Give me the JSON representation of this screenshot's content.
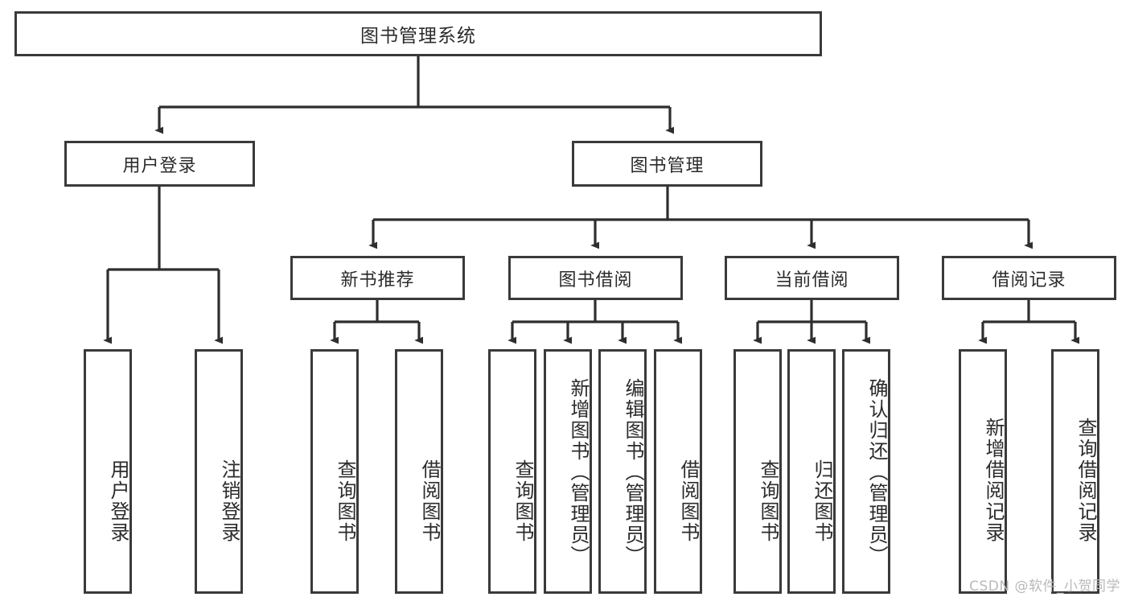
{
  "diagram": {
    "type": "tree-hierarchy-diagram",
    "title": "图书管理系统",
    "stroke_color": "#3a3a3a",
    "text_color": "#2b2b2b",
    "background_color": "#ffffff",
    "root": {
      "id": "root",
      "label": "图书管理系统"
    },
    "level2": [
      {
        "id": "user-login",
        "label": "用户登录"
      },
      {
        "id": "book-manage",
        "label": "图书管理"
      }
    ],
    "level3": [
      {
        "id": "new-book-recommend",
        "label": "新书推荐",
        "parent": "book-manage"
      },
      {
        "id": "book-borrow",
        "label": "图书借阅",
        "parent": "book-manage"
      },
      {
        "id": "current-borrow",
        "label": "当前借阅",
        "parent": "book-manage"
      },
      {
        "id": "borrow-record",
        "label": "借阅记录",
        "parent": "book-manage"
      }
    ],
    "leaves": [
      {
        "id": "leaf-user-login",
        "label": "用户登录",
        "parent": "user-login"
      },
      {
        "id": "leaf-logout-login",
        "label": "注销登录",
        "parent": "user-login"
      },
      {
        "id": "leaf-query-book-1",
        "label": "查询图书",
        "parent": "new-book-recommend"
      },
      {
        "id": "leaf-borrow-book-1",
        "label": "借阅图书",
        "parent": "new-book-recommend"
      },
      {
        "id": "leaf-query-book-2",
        "label": "查询图书",
        "parent": "book-borrow"
      },
      {
        "id": "leaf-add-book",
        "label": "新增图书（管理员）",
        "parent": "book-borrow"
      },
      {
        "id": "leaf-edit-book",
        "label": "编辑图书（管理员）",
        "parent": "book-borrow"
      },
      {
        "id": "leaf-borrow-book-2",
        "label": "借阅图书",
        "parent": "book-borrow"
      },
      {
        "id": "leaf-query-book-3",
        "label": "查询图书",
        "parent": "current-borrow"
      },
      {
        "id": "leaf-return-book",
        "label": "归还图书",
        "parent": "current-borrow"
      },
      {
        "id": "leaf-confirm-return",
        "label": "确认归还（管理员）",
        "parent": "current-borrow"
      },
      {
        "id": "leaf-add-record",
        "label": "新增借阅记录",
        "parent": "borrow-record"
      },
      {
        "id": "leaf-query-record",
        "label": "查询借阅记录",
        "parent": "borrow-record"
      }
    ]
  },
  "watermark": {
    "text": "CSDN @软件_小贺同学"
  }
}
